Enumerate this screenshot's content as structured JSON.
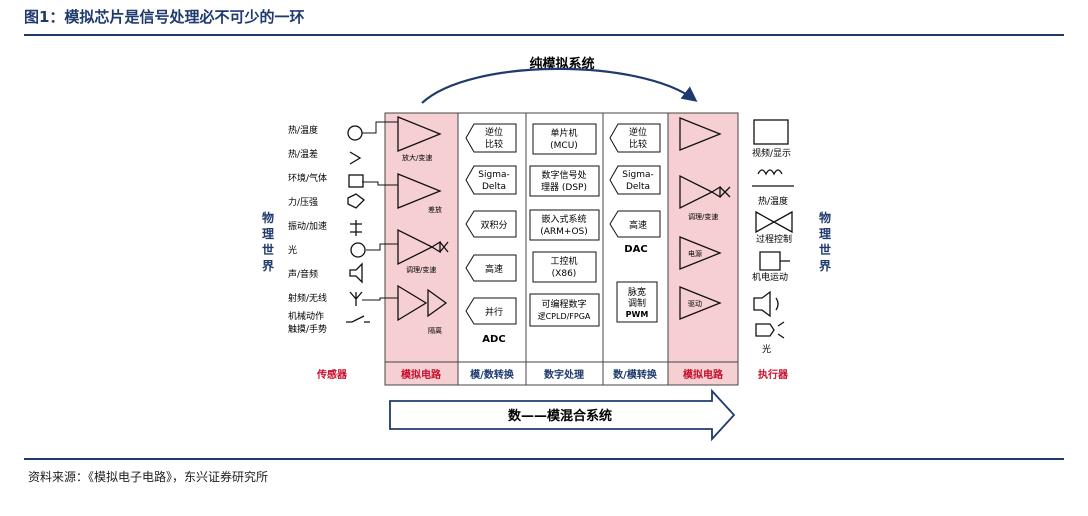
{
  "title": "图1：模拟芯片是信号处理必不可少的一环",
  "source": "资料来源：《模拟电子电路》，东兴证券研究所",
  "top_label": "纯模拟系统",
  "bottom_label": "数——模混合系统",
  "left_side_label": "物理世界",
  "right_side_label": "物理世界",
  "sensors": [
    "热/温度",
    "热/温差",
    "环境/气体",
    "力/压强",
    "振动/加速",
    "光",
    "声/音频",
    "射频/无线",
    "机械动作",
    "触摸/手势"
  ],
  "analog_in": [
    "放大/变速",
    "差放",
    "调理/变速",
    "隔离"
  ],
  "adc_blocks": [
    "逆位\n比较",
    "Sigma-\nDelta",
    "双积分",
    "高速",
    "并行"
  ],
  "adc_label": "ADC",
  "digital_blocks": [
    "单片机\n(MCU)",
    "数字信号处\n理器 (DSP)",
    "嵌入式系统\n(ARM+OS)",
    "工控机\n(X86)",
    "可编程数字\n逻CPLD/FPGA"
  ],
  "dac_blocks": [
    "逆位\n比较",
    "Sigma-\nDelta",
    "高速"
  ],
  "dac_label": "DAC",
  "pwm_block": "脉宽\n调制\nPWM",
  "analog_out": [
    "调理/变速",
    "电源",
    "驱动"
  ],
  "actuators": [
    "视频/显示",
    "热/温度",
    "过程控制",
    "机电运动",
    "光"
  ],
  "columns": [
    "传感器",
    "模拟电路",
    "模/数转换",
    "数字处理",
    "数/模转换",
    "模拟电路",
    "执行器"
  ],
  "colors": {
    "accent_red": "#c8102e",
    "pink_fill": "#f6cfd2",
    "navy": "#1f3b6e"
  }
}
